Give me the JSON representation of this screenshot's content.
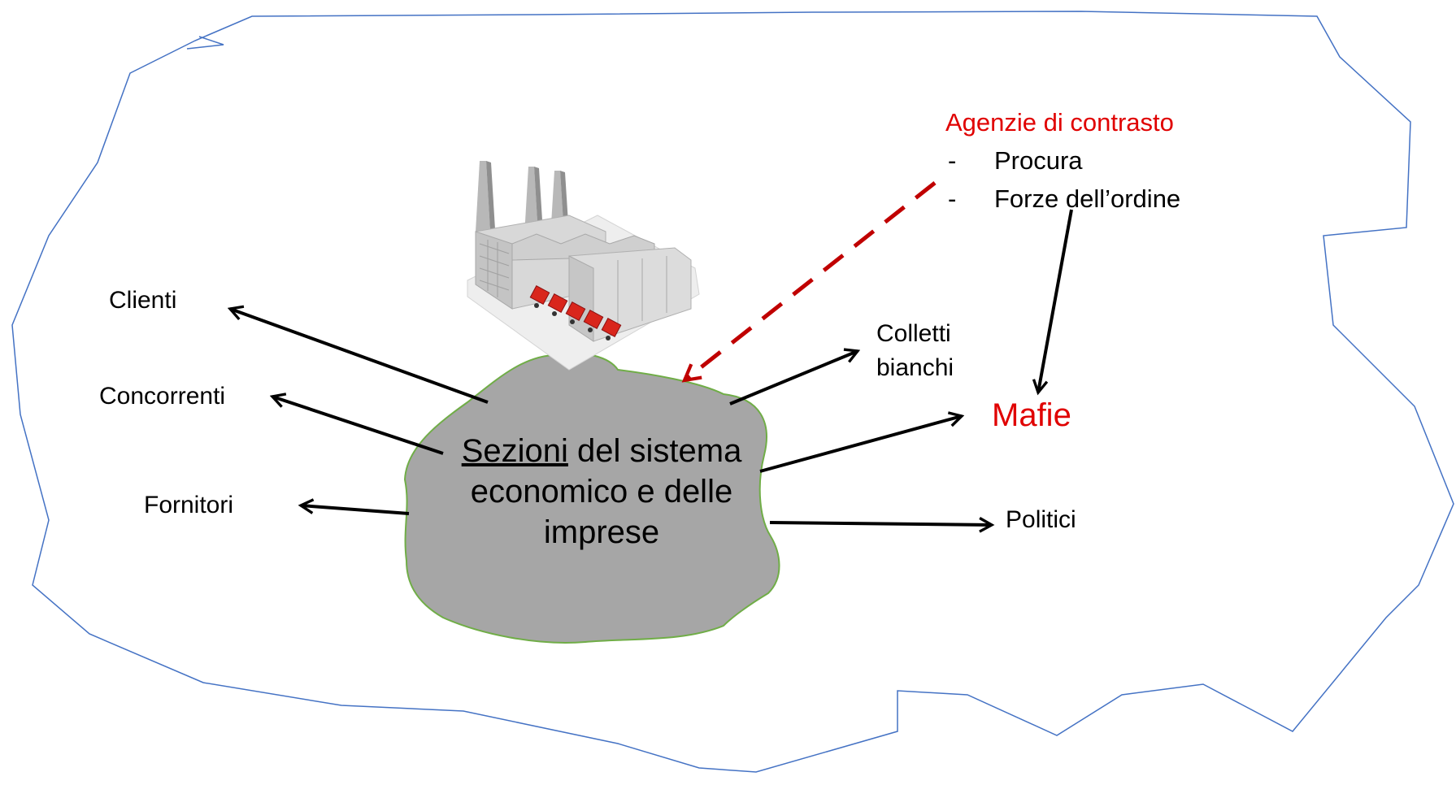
{
  "diagram": {
    "center": {
      "title_underlined": "Sezioni",
      "title_rest": " del sistema",
      "line2": "economico e delle",
      "line3": "imprese"
    },
    "left_nodes": {
      "clienti": "Clienti",
      "concorrenti": "Concorrenti",
      "fornitori": "Fornitori"
    },
    "right_nodes": {
      "colletti_line1": "Colletti",
      "colletti_line2": "bianchi",
      "mafie": "Mafie",
      "politici": "Politici"
    },
    "agencies": {
      "title": "Agenzie di contrasto",
      "items": [
        {
          "bullet": "-",
          "label": "Procura"
        },
        {
          "bullet": "-",
          "label": "Forze dell’ordine"
        }
      ]
    },
    "icons": [
      "factory-icon"
    ],
    "colors": {
      "accent_red": "#e00000",
      "dashed_arrow": "#c00000",
      "blob_fill": "#a6a6a6",
      "blob_stroke": "#70ad47",
      "outline": "#4472c4",
      "arrow": "#000000"
    }
  }
}
